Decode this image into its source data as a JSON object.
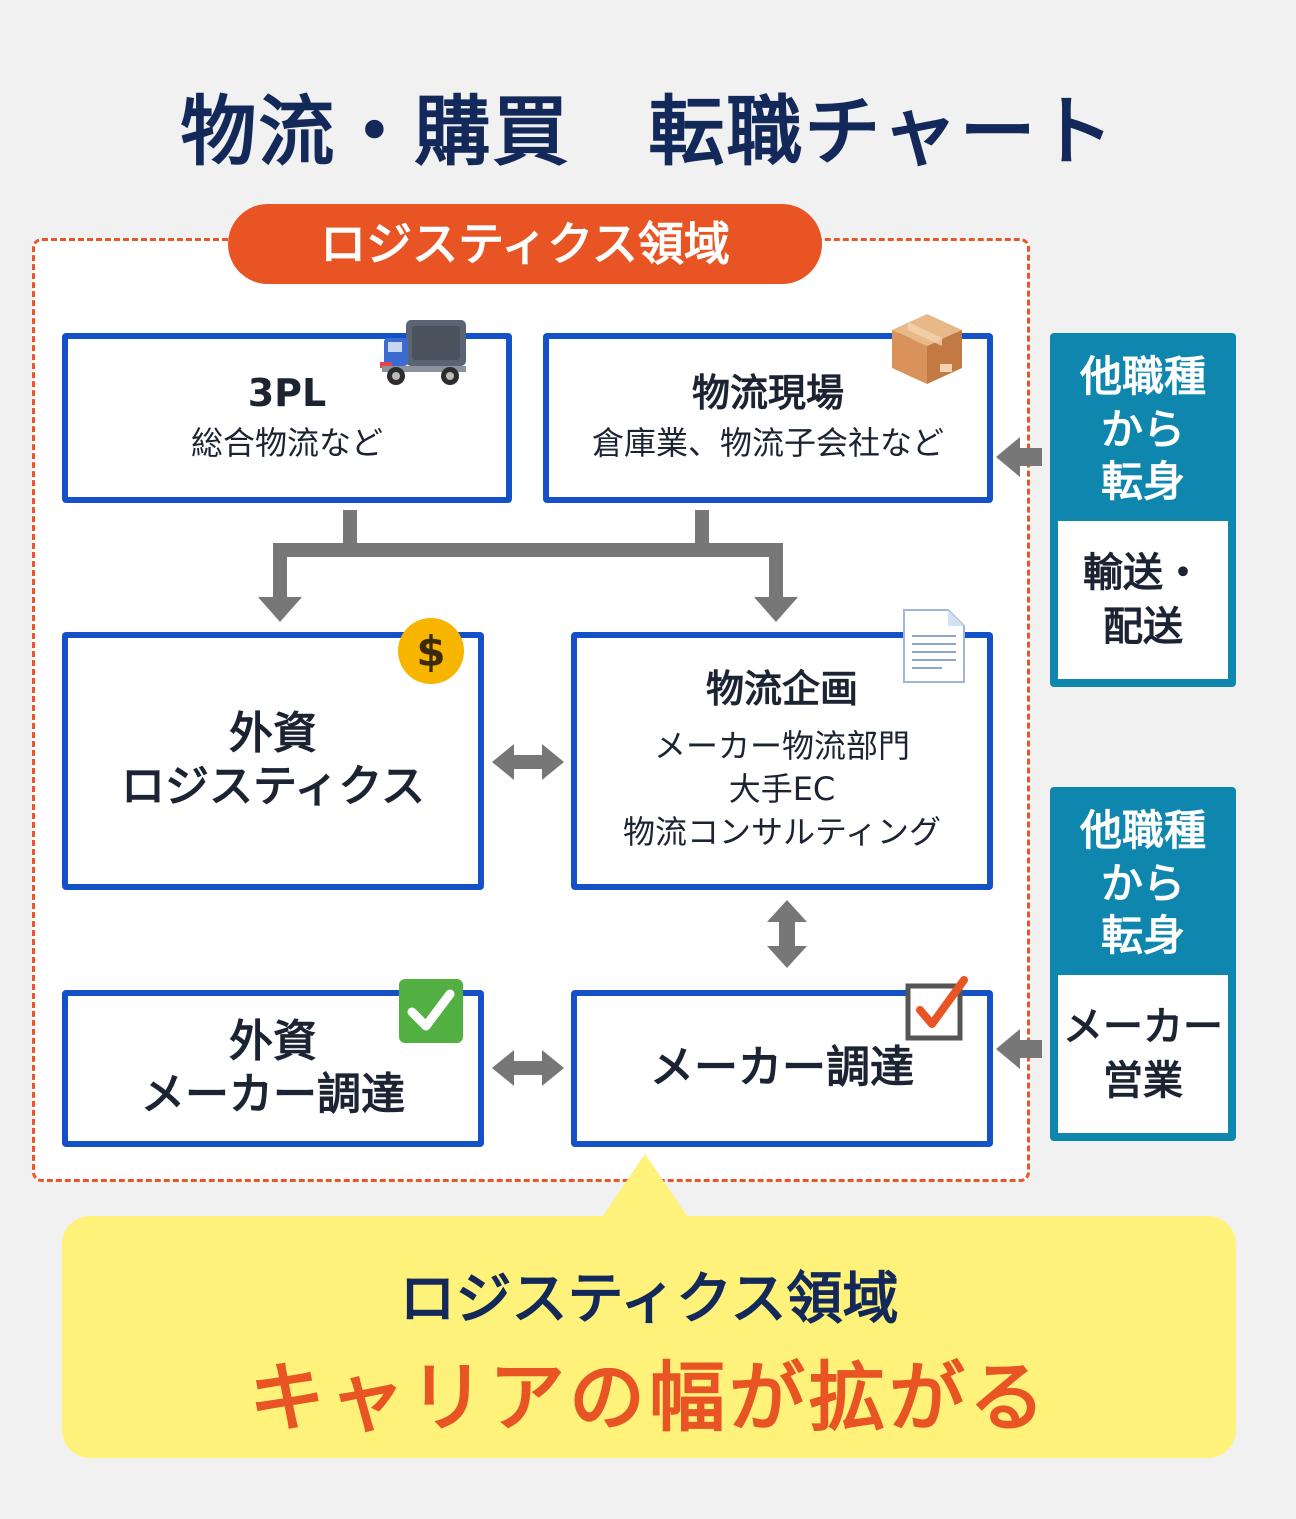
{
  "title": "物流・購買　転職チャート",
  "region": {
    "label": "ロジスティクス領域"
  },
  "boxes": {
    "tpl": {
      "title": "3PL",
      "sub": "総合物流など"
    },
    "site": {
      "title": "物流現場",
      "sub": "倉庫業、物流子会社など"
    },
    "foreign_logistics": {
      "line1": "外資",
      "line2": "ロジスティクス"
    },
    "planning": {
      "title": "物流企画",
      "sub1": "メーカー物流部門",
      "sub2": "大手EC",
      "sub3": "物流コンサルティング"
    },
    "foreign_procurement": {
      "line1": "外資",
      "line2": "メーカー調達"
    },
    "maker_procurement": {
      "title": "メーカー調達"
    }
  },
  "sides": {
    "transport": {
      "top": "他職種\nから\n転身",
      "inner": "輸送・\n配送"
    },
    "sales": {
      "top": "他職種\nから\n転身",
      "inner": "メーカー\n営業"
    }
  },
  "callout": {
    "line1": "ロジスティクス領域",
    "line2": "キャリアの幅が拡がる"
  },
  "icons": [
    "truck-icon",
    "cardboard-box-icon",
    "dollar-coin-icon",
    "document-icon",
    "check-mark-icon",
    "checkbox-icon"
  ],
  "colors": {
    "navy": "#13295a",
    "orange": "#e85423",
    "blue": "#1451c9",
    "teal": "#0e86ad",
    "yellow": "#fff27a",
    "arrow": "#777777"
  }
}
